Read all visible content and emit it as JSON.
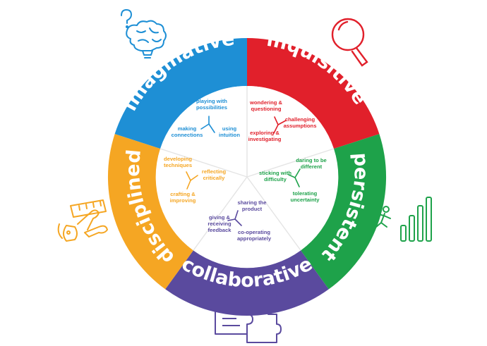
{
  "segments": [
    {
      "key": "imaginative",
      "label": "imaginative",
      "color": "#1e8fd5",
      "habits": [
        [
          "playing with",
          "possibilities"
        ],
        [
          "making",
          "connections"
        ],
        [
          "using",
          "intuition"
        ]
      ]
    },
    {
      "key": "inquisitive",
      "label": "inquisitive",
      "color": "#e1202b",
      "habits": [
        [
          "wondering &",
          "questioning"
        ],
        [
          "challenging",
          "assumptions"
        ],
        [
          "exploring &",
          "investigating"
        ]
      ]
    },
    {
      "key": "persistent",
      "label": "persistent",
      "color": "#1ea24a",
      "habits": [
        [
          "daring to be",
          "different"
        ],
        [
          "sticking with",
          "difficulty"
        ],
        [
          "tolerating",
          "uncertainty"
        ]
      ]
    },
    {
      "key": "collaborative",
      "label": "collaborative",
      "color": "#5a4a9e",
      "habits": [
        [
          "sharing the",
          "product"
        ],
        [
          "giving &",
          "receiving",
          "feedback"
        ],
        [
          "co-operating",
          "appropriately"
        ]
      ]
    },
    {
      "key": "disciplined",
      "label": "disciplined",
      "color": "#f5a623",
      "habits": [
        [
          "developing",
          "techniques"
        ],
        [
          "reflecting",
          "critically"
        ],
        [
          "crafting &",
          "improving"
        ]
      ]
    }
  ],
  "icons": {
    "imaginative": "brain-lightbulb-icon",
    "inquisitive": "magnifying-glass-icon",
    "persistent": "runner-climbing-bars-icon",
    "collaborative": "jigsaw-pieces-icon",
    "disciplined": "tools-icon"
  }
}
